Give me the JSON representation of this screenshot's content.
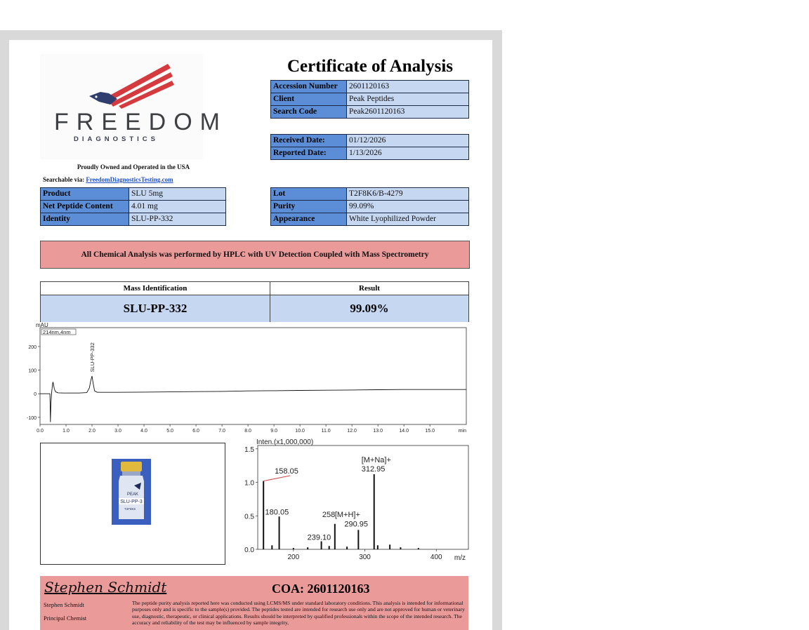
{
  "logo": {
    "wordmark": "FREEDOM",
    "subtitle": "DIAGNOSTICS"
  },
  "tagline": "Proudly Owned and Operated in the USA",
  "searchable": {
    "label": "Searchable via:",
    "link": "FreedomDiagnosticsTesting.com"
  },
  "title": "Certificate of Analysis",
  "accession": [
    {
      "key": "Accession Number",
      "value": "2601120163"
    },
    {
      "key": "Client",
      "value": "Peak Peptides"
    },
    {
      "key": "Search Code",
      "value": "Peak2601120163"
    }
  ],
  "dates": [
    {
      "key": "Received Date:",
      "value": "01/12/2026"
    },
    {
      "key": "Reported Date:",
      "value": "1/13/2026"
    }
  ],
  "product": [
    {
      "key": "Product",
      "value": "SLU 5mg"
    },
    {
      "key": "Net Peptide Content",
      "value": "4.01 mg"
    },
    {
      "key": "Identity",
      "value": "SLU-PP-332"
    }
  ],
  "lot": [
    {
      "key": "Lot",
      "value": "T2F8K6/B-4279"
    },
    {
      "key": "Purity",
      "value": "99.09%"
    },
    {
      "key": "Appearance",
      "value": "White Lyophilized Powder"
    }
  ],
  "banner": "All Chemical Analysis was performed by HPLC with UV Detection Coupled with Mass Spectrometry",
  "mass_table": {
    "headers": [
      "Mass Identification",
      "Result"
    ],
    "row": [
      "SLU-PP-332",
      "99.09%"
    ]
  },
  "vial": {
    "brand": "PEAK",
    "label": "SLU-PP-3",
    "lot_text": "T2F8K6"
  },
  "signature": {
    "script": "Stephen Schmidt",
    "name": "Stephen Schmidt",
    "role": "Principal Chemist"
  },
  "coa": "COA: 2601120163",
  "disclaimer": "The peptide purity analysis reported here was conducted using LCMS/MS under standard laboratory conditions. This analysis is intended for informational purposes only and is specific to the sample(s) provided. The peptides tested are intended for research use only and are not approved for human or veterinary use, diagnostic, therapeutic, or clinical applications. Results should be interpreted by qualified professionals within the scope of the intended research. The accuracy and reliability of the test may be influenced by sample integrity,",
  "chart_data": [
    {
      "type": "line",
      "ylabel": "mAU",
      "legend": "214nm,4nm",
      "xlabel": "min",
      "xlim": [
        0.0,
        16.4
      ],
      "ylim": [
        -130,
        280
      ],
      "x_ticks": [
        "0.0",
        "1.0",
        "2.0",
        "3.0",
        "4.0",
        "5.0",
        "6.0",
        "7.0",
        "8.0",
        "9.0",
        "10.0",
        "11.0",
        "12.0",
        "13.0",
        "14.0",
        "15.0"
      ],
      "y_ticks": [
        "200",
        "100",
        "0",
        "-100"
      ],
      "peak_labels": [
        {
          "text": "SLU-PP-332",
          "x": 2.0
        }
      ],
      "series": [
        {
          "x": [
            0.0,
            0.3,
            0.38,
            0.4,
            0.42,
            0.45,
            0.48,
            0.5,
            0.55,
            0.6,
            0.7,
            0.9,
            1.2,
            1.5,
            1.8,
            1.9,
            1.95,
            2.0,
            2.05,
            2.1,
            2.2,
            3.0,
            4.0,
            5.0,
            6.0,
            7.0,
            8.0,
            9.0,
            10.0,
            11.0,
            12.0,
            13.0,
            14.0,
            15.0,
            16.4
          ],
          "y": [
            0,
            0,
            0,
            -120,
            -40,
            10,
            40,
            50,
            20,
            8,
            4,
            3,
            3,
            3,
            5,
            25,
            55,
            75,
            40,
            12,
            6,
            6,
            7,
            8,
            9,
            10,
            12,
            13,
            14,
            15,
            16,
            17,
            18,
            18,
            18
          ]
        }
      ]
    },
    {
      "type": "bar",
      "ylabel": "Inten.(x1,000,000)",
      "xlabel": "m/z",
      "xlim": [
        150,
        445
      ],
      "ylim": [
        0,
        1.55
      ],
      "x_ticks": [
        "200",
        "300",
        "400"
      ],
      "y_ticks": [
        "0.0",
        "0.5",
        "1.0",
        "1.5"
      ],
      "peaks": [
        {
          "mz": 158.05,
          "intensity": 1.02,
          "label": "158.05"
        },
        {
          "mz": 180.05,
          "intensity": 0.49,
          "label": "180.05"
        },
        {
          "mz": 239.1,
          "intensity": 0.12,
          "label": "239.10"
        },
        {
          "mz": 258.0,
          "intensity": 0.38,
          "label": "258"
        },
        {
          "mz": 290.95,
          "intensity": 0.29,
          "label": "290.95"
        },
        {
          "mz": 312.95,
          "intensity": 1.12,
          "label": "312.95"
        },
        {
          "mz": 170,
          "intensity": 0.06,
          "label": ""
        },
        {
          "mz": 200,
          "intensity": 0.02,
          "label": ""
        },
        {
          "mz": 220,
          "intensity": 0.03,
          "label": ""
        },
        {
          "mz": 250,
          "intensity": 0.05,
          "label": ""
        },
        {
          "mz": 275,
          "intensity": 0.04,
          "label": ""
        },
        {
          "mz": 318,
          "intensity": 0.06,
          "label": ""
        },
        {
          "mz": 335,
          "intensity": 0.07,
          "label": ""
        },
        {
          "mz": 350,
          "intensity": 0.03,
          "label": ""
        },
        {
          "mz": 375,
          "intensity": 0.02,
          "label": ""
        }
      ],
      "annotations": [
        "[M+Na]+",
        "[M+H]+"
      ]
    }
  ]
}
